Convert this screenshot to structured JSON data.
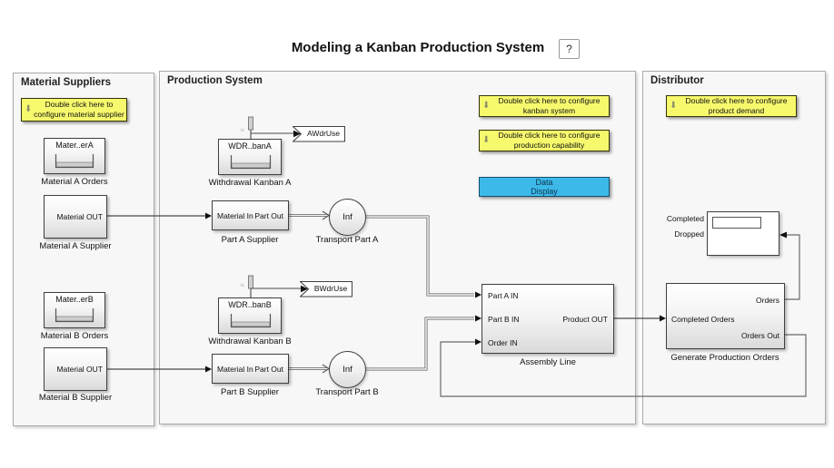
{
  "title": {
    "text": "Modeling a Kanban Production System",
    "help": "?"
  },
  "icons": {
    "down_arrow": "⬇"
  },
  "colors": {
    "annotation_yellow": "#f7f96d",
    "display_cyan": "#3cb9e9",
    "container_bg": "#f7f7f7",
    "block_border": "#3f3f3f",
    "wire": "#4a4a4a"
  },
  "sections": {
    "material_suppliers": {
      "label": "Material Suppliers"
    },
    "production_system": {
      "label": "Production System"
    },
    "distributor": {
      "label": "Distributor"
    }
  },
  "notes": {
    "material_supplier": {
      "line1": "Double click here to",
      "line2": "configure material supplier"
    },
    "kanban_system": {
      "line1": "Double click here to configure",
      "line2": "kanban system"
    },
    "production_capability": {
      "line1": "Double click here to configure",
      "line2": "production capability"
    },
    "product_demand": {
      "line1": "Double click here to configure",
      "line2": "product demand"
    }
  },
  "data_display": {
    "line1": "Data",
    "line2": "Display"
  },
  "blocks": {
    "material_a_orders": {
      "title": "Mater..erA",
      "label": "Material A Orders"
    },
    "material_a_supplier": {
      "port_out": "Material OUT",
      "label": "Material A Supplier"
    },
    "material_b_orders": {
      "title": "Mater..erB",
      "label": "Material B Orders"
    },
    "material_b_supplier": {
      "port_out": "Material OUT",
      "label": "Material B Supplier"
    },
    "withdrawal_kanban_a": {
      "title": "WDR..banA",
      "label": "Withdrawal Kanban A",
      "signal": "u"
    },
    "withdrawal_kanban_b": {
      "title": "WDR..banB",
      "label": "Withdrawal Kanban B",
      "signal": "u"
    },
    "goto_a": {
      "tag": "AWdrUse"
    },
    "goto_b": {
      "tag": "BWdrUse"
    },
    "part_a_supplier": {
      "port_in": "Material In",
      "port_out": "Part Out",
      "label": "Part A Supplier"
    },
    "transport_a": {
      "value": "Inf",
      "label": "Transport Part A"
    },
    "part_b_supplier": {
      "port_in": "Material In",
      "port_out": "Part Out",
      "label": "Part B Supplier"
    },
    "transport_b": {
      "value": "Inf",
      "label": "Transport Part B"
    },
    "assembly_line": {
      "port_a": "Part A IN",
      "port_b": "Part B IN",
      "port_order": "Order IN",
      "port_out": "Product OUT",
      "label": "Assembly Line"
    },
    "display": {
      "port1": "Completed",
      "port2": "Dropped"
    },
    "generate_production_orders": {
      "port_orders": "Orders",
      "port_in": "Completed Orders",
      "port_orders_out": "Orders Out",
      "label": "Generate Production Orders"
    }
  }
}
